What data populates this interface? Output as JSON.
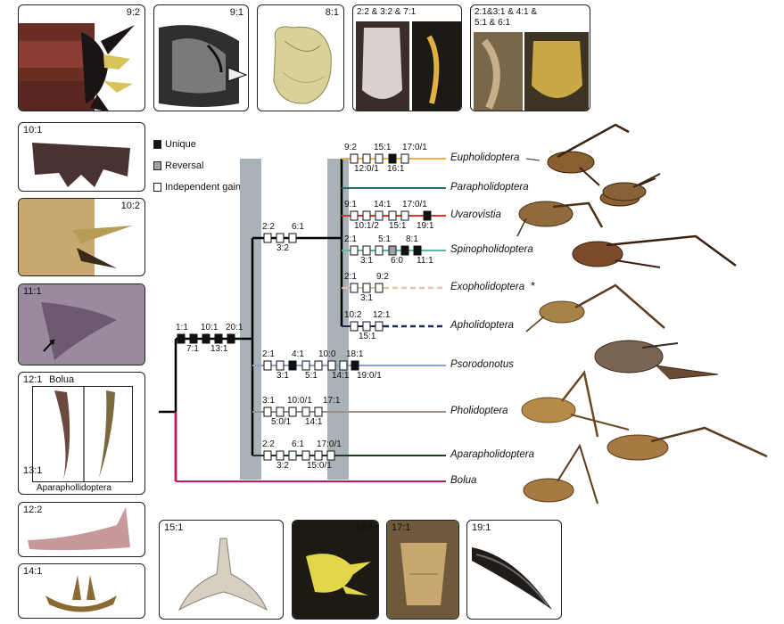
{
  "legend": {
    "unique": "Unique",
    "reversal": "Reversal",
    "independent": "Independent gain"
  },
  "panels": {
    "p92": "9:2",
    "p91": "9:1",
    "p81": "8:1",
    "p22": "2:2 & 3:2 & 7:1",
    "p21": "2:1&3:1 & 4:1 &",
    "p21b": "5:1 & 6:1",
    "p101": "10:1",
    "p102": "10:2",
    "p111": "11:1",
    "p121": "12:1",
    "p121_bolua": "Bolua",
    "p131": "13:1",
    "p131_apara": "Aparaphollidoptera",
    "p122": "12:2",
    "p141": "14:1",
    "p151": "15:1",
    "p161": "16:1",
    "p171": "17:1",
    "p191": "19:1"
  },
  "taxa": {
    "t1": "Eupholidoptera",
    "t2": "Parapholidoptera",
    "t3": "Uvarovistia",
    "t4": "Spinopholidoptera",
    "t5": "Exopholidoptera",
    "t6": "Apholidoptera",
    "t7": "Psorodonotus",
    "t8": "Pholidoptera",
    "t9": "Aparapholidoptera",
    "t10": "Bolua",
    "star": "*"
  },
  "characters": {
    "root_top": [
      "1:1",
      "10:1",
      "20:1"
    ],
    "root_bot": [
      "7:1",
      "13:1"
    ],
    "clade_top": [
      "2:2",
      "6:1"
    ],
    "clade_bot": [
      "3:2"
    ],
    "eu_top": [
      "9:2",
      "15:1",
      "17:0/1"
    ],
    "eu_bot": [
      "12:0/1",
      "16:1"
    ],
    "uv_top": [
      "9:1",
      "14:1",
      "17:0/1"
    ],
    "uv_bot": [
      "10:1/2",
      "15:1",
      "19:1"
    ],
    "sp_top": [
      "2:1",
      "5:1",
      "8:1"
    ],
    "sp_bot": [
      "3:1",
      "6:0",
      "11:1"
    ],
    "ex_top": [
      "2:1",
      "9:2"
    ],
    "ex_bot": [
      "3:1"
    ],
    "ap_top": [
      "10:2",
      "12:1"
    ],
    "ap_bot": [
      "15:1"
    ],
    "ps_top": [
      "2:1",
      "4:1",
      "10:0",
      "18:1"
    ],
    "ps_bot": [
      "3:1",
      "5:1",
      "14:1",
      "19:0/1"
    ],
    "ph_top": [
      "3:1",
      "10:0/1",
      "17:1"
    ],
    "ph_bot": [
      "5:0/1",
      "14:1"
    ],
    "apa_top": [
      "2:2",
      "6:1",
      "17:0/1"
    ],
    "apa_bot": [
      "3:2",
      "15:0/1"
    ]
  },
  "colors": {
    "reversal_band": "#a9b2b7",
    "eupholidoptera": "#f0b43c",
    "parapholidoptera": "#1f6b66",
    "uvarovistia": "#e0332b",
    "spinopholidoptera": "#5ab8ad",
    "exopholidoptera": "#e8c3a4",
    "apholidoptera": "#1d2a55",
    "psorodonotus": "#8aa2d8",
    "pholidoptera": "#9e8e8a",
    "aparapholidoptera": "#1f3a25",
    "bolua": "#c2185b"
  }
}
